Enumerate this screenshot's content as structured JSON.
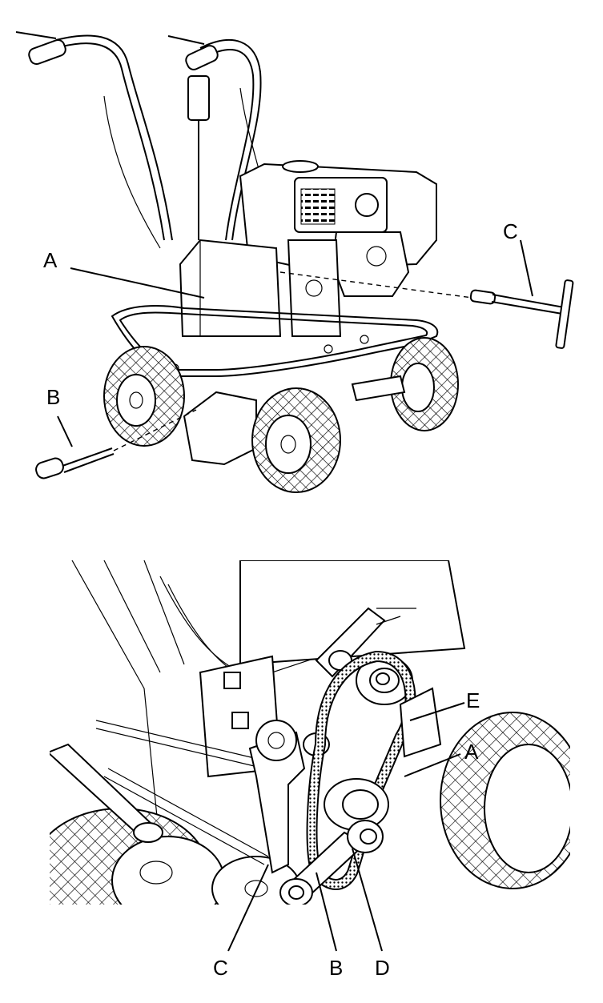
{
  "top_figure": {
    "labels": {
      "a": "A",
      "b": "B",
      "c": "C"
    }
  },
  "bottom_figure": {
    "labels": {
      "e": "E",
      "a": "A",
      "c": "C",
      "b": "B",
      "d": "D"
    }
  }
}
